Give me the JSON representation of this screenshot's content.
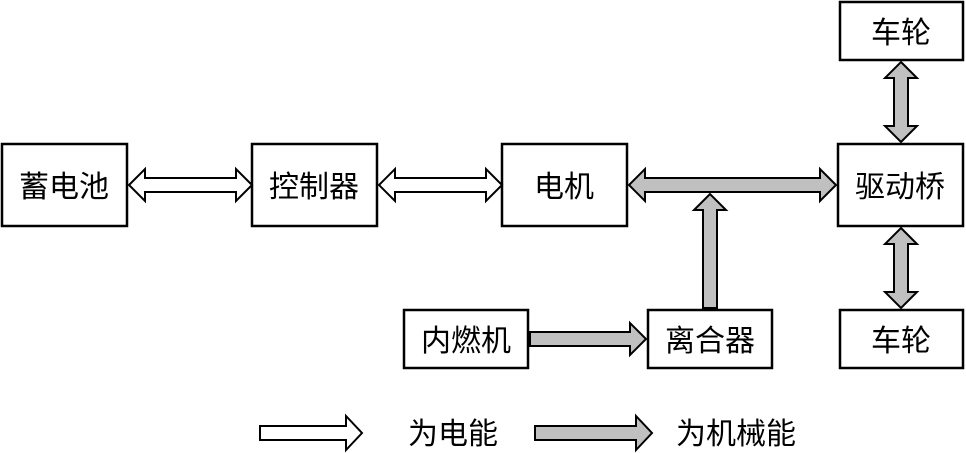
{
  "nodes": {
    "battery": "蓄电池",
    "controller": "控制器",
    "motor": "电机",
    "drive_axle": "驱动桥",
    "wheel_top": "车轮",
    "wheel_bottom": "车轮",
    "engine": "内燃机",
    "clutch": "离合器"
  },
  "legend": {
    "electric": "为电能",
    "mechanical": "为机械能"
  },
  "colors": {
    "electric_fill": "#ffffff",
    "mechanical_fill": "#c0c0c0",
    "stroke": "#000000"
  }
}
